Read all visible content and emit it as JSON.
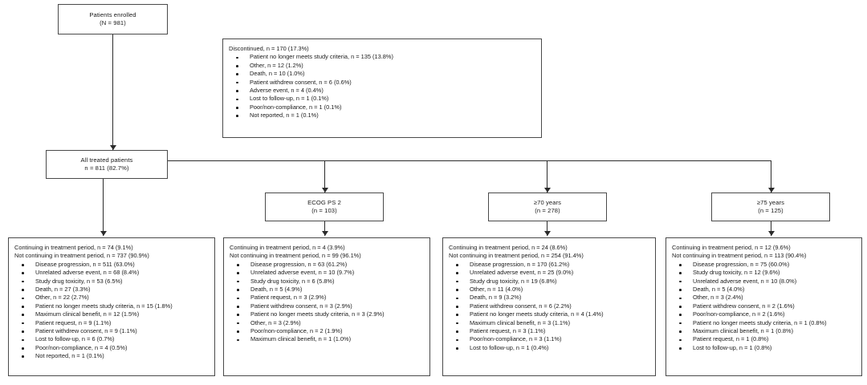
{
  "diagram": {
    "title": "Patient disposition flow diagram",
    "nodes": {
      "enrolled": {
        "line1": "Patients enrolled",
        "line2": "(N = 981)"
      },
      "all_treated": {
        "line1": "All treated patients",
        "line2": "n = 811 (82.7%)"
      },
      "ecog": {
        "line1": "ECOG PS 2",
        "line2": "(n = 103)"
      },
      "age70": {
        "line1": "≥70 years",
        "line2": "(n = 278)"
      },
      "age75": {
        "line1": "≥75 years",
        "line2": "(n = 125)"
      },
      "discontinued": {
        "header": "Discontinued, n = 170 (17.3%)",
        "items": [
          "Patient no longer meets study criteria, n = 135 (13.8%)",
          "Other, n = 12 (1.2%)",
          "Death, n = 10 (1.0%)",
          "Patient withdrew consent, n = 6 (0.6%)",
          "Adverse event, n = 4 (0.4%)",
          "Lost to follow-up, n = 1 (0.1%)",
          "Poor/non-compliance, n = 1 (0.1%)",
          "Not reported, n = 1 (0.1%)"
        ]
      },
      "outcome_all": {
        "header1": "Continuing in treatment period, n = 74 (9.1%)",
        "header2": "Not continuing in treatment period, n = 737 (90.9%)",
        "items": [
          "Disease progression, n = 511 (63.0%)",
          "Unrelated adverse event, n = 68 (8.4%)",
          "Study drug toxicity, n = 53 (6.5%)",
          "Death, n = 27 (3.3%)",
          "Other, n = 22 (2.7%)",
          "Patient no longer meets study criteria, n = 15 (1.8%)",
          "Maximum clinical benefit, n = 12 (1.5%)",
          "Patient request, n = 9 (1.1%)",
          "Patient withdrew consent, n = 9 (1.1%)",
          "Lost to follow-up, n = 6 (0.7%)",
          "Poor/non-compliance, n = 4 (0.5%)",
          "Not reported, n = 1 (0.1%)"
        ]
      },
      "outcome_ecog": {
        "header1": "Continuing in treatment period, n = 4 (3.9%)",
        "header2": "Not continuing in treatment period, n = 99 (96.1%)",
        "items": [
          "Disease progression, n = 63 (61.2%)",
          "Unrelated adverse event, n = 10 (9.7%)",
          "Study drug toxicity, n = 6 (5.8%)",
          "Death, n = 5 (4.9%)",
          "Patient request, n = 3 (2.9%)",
          "Patient withdrew consent, n = 3 (2.9%)",
          "Patient no longer meets study criteria, n = 3 (2.9%)",
          "Other, n = 3 (2.9%)",
          "Poor/non-compliance, n = 2 (1.9%)",
          "Maximum clinical benefit, n = 1 (1.0%)"
        ]
      },
      "outcome_age70": {
        "header1": "Continuing in treatment period, n = 24 (8.6%)",
        "header2": "Not continuing in treatment period, n = 254 (91.4%)",
        "items": [
          "Disease progression, n = 170 (61.2%)",
          "Unrelated adverse event, n = 25 (9.0%)",
          "Study drug toxicity, n = 19 (6.8%)",
          "Other, n = 11 (4.0%)",
          "Death, n = 9 (3.2%)",
          "Patient withdrew consent, n = 6 (2.2%)",
          "Patient no longer meets study criteria, n = 4 (1.4%)",
          "Maximum clinical benefit, n = 3 (1.1%)",
          "Patient request, n = 3 (1.1%)",
          "Poor/non-compliance, n = 3 (1.1%)",
          "Lost to follow-up, n = 1 (0.4%)"
        ]
      },
      "outcome_age75": {
        "header1": "Continuing in treatment period, n = 12 (9.6%)",
        "header2": "Not continuing in treatment period, n = 113 (90.4%)",
        "items": [
          "Disease progression, n = 75 (60.0%)",
          "Study drug toxicity, n = 12 (9.6%)",
          "Unrelated adverse event, n = 10 (8.0%)",
          "Death, n = 5 (4.0%)",
          "Other, n = 3 (2.4%)",
          "Patient withdrew consent, n = 2 (1.6%)",
          "Poor/non-compliance, n = 2 (1.6%)",
          "Patient no longer meets study criteria, n = 1 (0.8%)",
          "Maximum clinical benefit, n = 1 (0.8%)",
          "Patient request, n = 1 (0.8%)",
          "Lost to follow-up, n = 1 (0.8%)"
        ]
      }
    },
    "colors": {
      "box_border": "#4a4a4a",
      "connector": "#2b2b2b",
      "background": "#ffffff",
      "text": "#1a1a1a"
    }
  }
}
